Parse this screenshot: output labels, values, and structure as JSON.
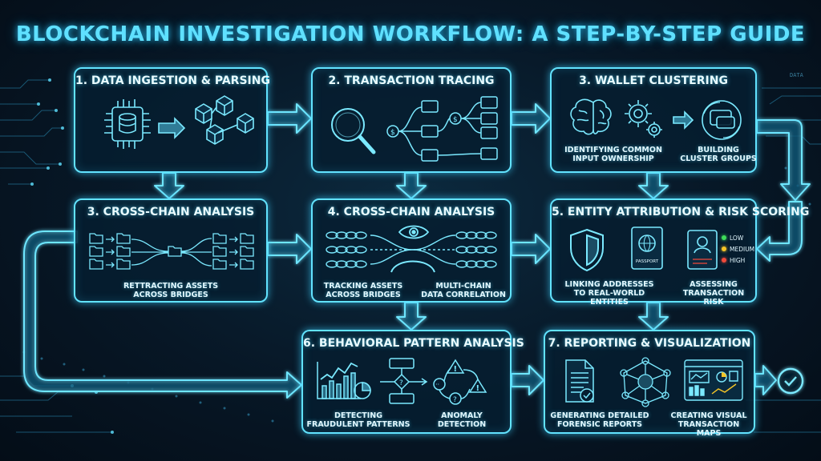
{
  "title": "BLOCKCHAIN INVESTIGATION WORKFLOW: A STEP-BY-STEP GUIDE",
  "accent_color": "#5fe0ff",
  "steps": [
    {
      "title": "1. DATA INGESTION & PARSING",
      "icons": [
        "chip-database-icon",
        "block-chain-icon"
      ]
    },
    {
      "title": "2. TRANSACTION TRACING",
      "icons": [
        "magnifier-icon",
        "wallet-flow-icon"
      ]
    },
    {
      "title": "3. WALLET CLUSTERING",
      "icons": [
        "brain-icon",
        "gear-icon",
        "wallet-cluster-icon"
      ],
      "captions": [
        "IDENTIFYING COMMON\nINPUT OWNERSHIP",
        "BUILDING\nCLUSTER GROUPS"
      ]
    },
    {
      "title": "3. CROSS-CHAIN ANALYSIS",
      "icons": [
        "folder-flow-icon"
      ],
      "captions": [
        "RETTRACTING ASSETS\nACROSS BRIDGES"
      ]
    },
    {
      "title": "4. CROSS-CHAIN ANALYSIS",
      "icons": [
        "chain-link-icon",
        "eye-icon"
      ],
      "captions": [
        "TRACKING ASSETS\nACROSS BRIDGES",
        "MULTI-CHAIN\nDATA CORRELATION"
      ]
    },
    {
      "title": "5. ENTITY ATTRIBUTION & RISK SCORING",
      "icons": [
        "shield-icon",
        "passport-icon",
        "id-card-icon"
      ],
      "captions": [
        "LINKING ADDRESSES\nTO REAL-WORLD ENTITIES",
        "ASSESSING\nTRANSACTION RISK"
      ],
      "passport_label": "PASSPORT",
      "risk_levels": [
        {
          "label": "LOW",
          "color": "#3ddc5a"
        },
        {
          "label": "MEDIUM",
          "color": "#f5c527"
        },
        {
          "label": "HIGH",
          "color": "#f04a3a"
        }
      ]
    },
    {
      "title": "6. BEHAVIORAL PATTERN ANALYSIS",
      "icons": [
        "chart-icon",
        "decision-flow-icon",
        "warning-icon"
      ],
      "captions": [
        "DETECTING\nFRAUDULENT PATTERNS",
        "ANOMALY\nDETECTION"
      ]
    },
    {
      "title": "7. REPORTING & VISUALIZATION",
      "icons": [
        "report-icon",
        "network-graph-icon",
        "dashboard-icon"
      ],
      "captions": [
        "GENERATING DETAILED\nFORENSIC REPORTS",
        "CREATING VISUAL\nTRANSACTION MAPS"
      ]
    }
  ],
  "end_icon": "check-circle-icon",
  "decor_text": "DATA"
}
